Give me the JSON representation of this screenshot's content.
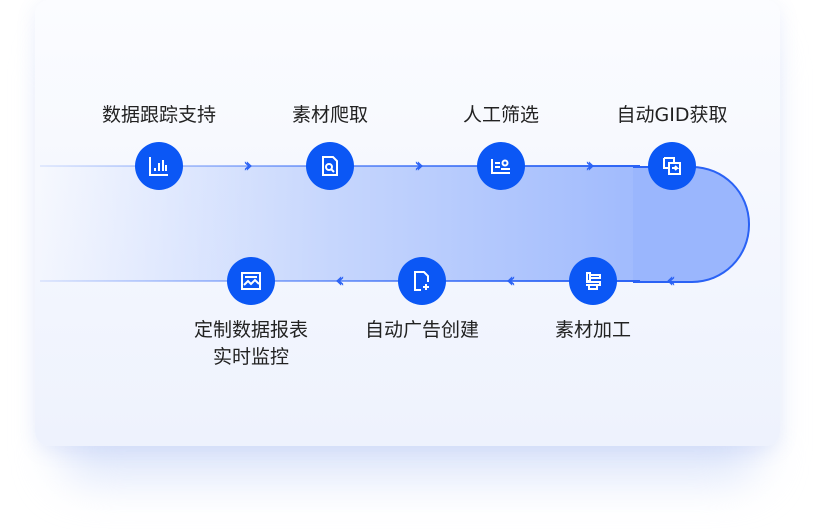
{
  "top_steps": [
    {
      "label": "数据跟踪支持",
      "icon": "bar-chart-icon"
    },
    {
      "label": "素材爬取",
      "icon": "document-search-icon"
    },
    {
      "label": "人工筛选",
      "icon": "user-card-icon"
    },
    {
      "label": "自动GID获取",
      "icon": "copy-arrow-icon"
    }
  ],
  "bottom_steps": [
    {
      "label": "素材加工",
      "icon": "anvil-icon"
    },
    {
      "label": "自动广告创建",
      "icon": "file-add-icon"
    },
    {
      "label": "定制数据报表",
      "label2": "实时监控",
      "icon": "dashboard-chart-icon"
    }
  ],
  "colors": {
    "accent": "#0b57f5"
  }
}
